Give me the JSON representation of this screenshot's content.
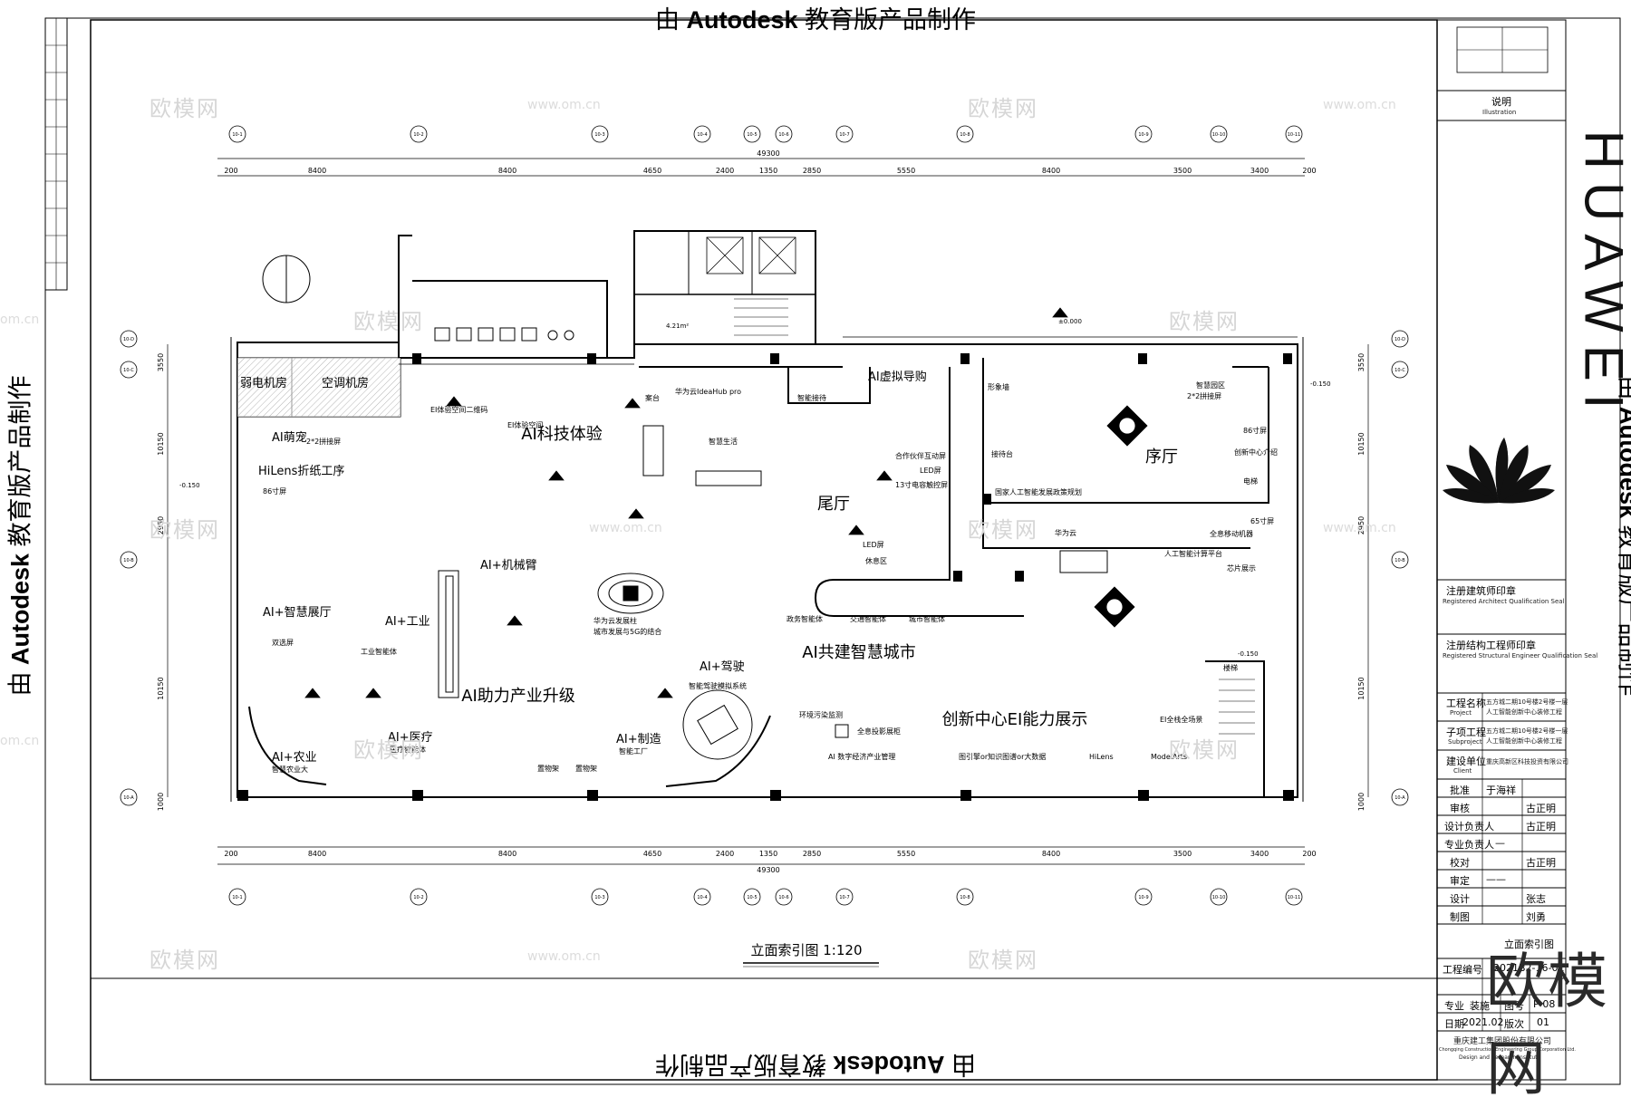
{
  "stamp": {
    "prefix": "由 ",
    "brand": "Autodesk",
    "suffix": " 教育版产品制作"
  },
  "watermark": {
    "logo": "欧模网",
    "site": "www.om.cn",
    "site_edge": "om.cn"
  },
  "plan": {
    "title": "立面索引图 1:120",
    "total_width": "49300",
    "dims_top": [
      "200",
      "8400",
      "8400",
      "4650",
      "2400",
      "1350",
      "2850",
      "5550",
      "8400",
      "3500",
      "3400",
      "200"
    ],
    "dims_bottom": [
      "200",
      "8400",
      "8400",
      "4650",
      "2400",
      "1350",
      "2850",
      "5550",
      "8400",
      "3500",
      "3400",
      "200"
    ],
    "axes": [
      "10-1",
      "10-2",
      "10-3",
      "10-4",
      "10-5",
      "10-6",
      "10-7",
      "10-8",
      "10-9",
      "10-10",
      "10-11"
    ],
    "axes_side": [
      "10-D",
      "10-C",
      "10-B",
      "10-A"
    ],
    "dims_left": [
      "3550",
      "10150",
      "2950",
      "10150",
      "1000"
    ],
    "dims_right": [
      "3550",
      "10150",
      "2950",
      "10150",
      "1000"
    ],
    "elev": {
      "e1": "-0.150",
      "e2": "±0.000",
      "e3": "-0.150",
      "e4": "-0.150",
      "e5": "4.21m²"
    },
    "rooms": {
      "power_room": "弱电机房",
      "ac_room": "空调机房",
      "ai_science": "AI科技体验",
      "tail_hall": "尾厅",
      "preface_hall": "序厅",
      "ai_industry": "AI助力产业升级",
      "ai_city": "AI共建智慧城市",
      "innovation": "创新中心EI能力展示",
      "ai_robot": "AI+机械臂",
      "ai_exhibit": "AI+智慧展厅",
      "ai_industry2": "AI+工业",
      "ai_agri": "AI+农业",
      "ai_medical": "AI+医疗",
      "ai_drive": "AI+驾驶",
      "ai_mfg": "AI+制造",
      "ai_cute": "AI萌宠",
      "hilens": "HiLens折纸工序",
      "vr": "AI虚拟导购"
    },
    "labels": {
      "l1": "86寸屏",
      "l2": "65寸屏",
      "l3": "LED屏",
      "l4": "LED屏",
      "l5": "华为云发展柱",
      "l6": "城市发展与5G的结合",
      "l7": "智能驾驶模拟系统",
      "l8": "休息区",
      "l9": "置物架",
      "l10": "置物架",
      "l11": "政务智能体",
      "l12": "交通智能体",
      "l13": "城市智能体",
      "l14": "环境污染监测",
      "l15": "全息投影展柜",
      "l16": "AI 数字经济产业管理",
      "l17": "图引擎or知识图谱or大数据",
      "l18": "HiLens",
      "l19": "ModelArts",
      "l20": "EI全栈全场景",
      "l21": "全息移动机器",
      "l22": "人工智能计算平台",
      "l23": "芯片展示",
      "l24": "华为云",
      "l25": "形象墙",
      "l26": "接待台",
      "l27": "智慧园区",
      "l28": "2*2拼接屏",
      "l29": "86寸屏",
      "l30": "合作伙伴互动屏",
      "l31": "13寸电容触控屏",
      "l32": "国家人工智能发展政策规划",
      "l33": "智慧生活",
      "l34": "华为云IdeaHub pro",
      "l35": "楼梯",
      "l36": "案台",
      "l37": "智能接待",
      "l38": "创新中心介绍",
      "l39": "电梯",
      "l40": "工业智能体",
      "l41": "医疗智能体",
      "l42": "智能工厂",
      "l43": "双选屏",
      "l44": "智慧农业大",
      "l45": "2*2拼接屏",
      "l46": "EI体验空间二维码",
      "l47": "EI体验空间"
    }
  },
  "titleblock": {
    "illustration": "说明",
    "illustration_en": "Illustration",
    "architect": "注册建筑师印章",
    "architect_en": "Registered Architect Qualification Seal",
    "engineer": "注册结构工程师印章",
    "engineer_en": "Registered Structural Engineer Qualification Seal",
    "project_label": "工程名称",
    "project_label_en": "Project",
    "project_value": "五方城二期10号楼2号楼一层",
    "project_value2": "人工智能创新中心装修工程",
    "subproject_label": "子项工程",
    "subproject_label_en": "Subproject",
    "subproject_value": "五方城二期10号楼2号楼一层",
    "subproject_value2": "人工智能创新中心装修工程",
    "client_label": "建设单位",
    "client_label_en": "Client",
    "client_value": "重庆高新区科技投资有限公司",
    "approved_label": "批准",
    "approved_value": "于海祥",
    "review_label": "审核",
    "review_value": "古正明",
    "design_label": "设计负责人",
    "design_value": "古正明",
    "discipline_label": "专业负责人",
    "discipline_value": "—",
    "check_label": "校对",
    "check_value": "古正明",
    "proof_label": "审定",
    "proof_value": "——",
    "designer_label": "设计",
    "designer_value": "张志",
    "drawer_label": "制图",
    "drawer_value": "刘勇",
    "drawing_name": "立面索引图",
    "project_no_label": "工程编号",
    "project_no_value": "2021B2-16-01",
    "specialty_label": "专业",
    "specialty_value": "装施",
    "sheet_no_label": "图号",
    "sheet_no_value": "P-08",
    "date_label": "日期",
    "date_value": "2021.02",
    "version_label": "版次",
    "version_value": "01",
    "company": "重庆建工集团股份有限公司",
    "company_en": "Chongqing Construction Engineering Group Corporation Ltd.",
    "company_en2": "Design and Research Institute",
    "brand": "HUAWEI"
  },
  "colors": {
    "line": "#000000",
    "hatch": "#444444",
    "watermark": "#d6d6d6"
  }
}
